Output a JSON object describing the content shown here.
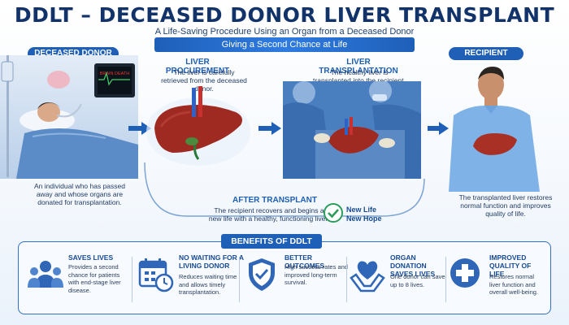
{
  "header": {
    "title": "DDLT – DECEASED DONOR LIVER TRANSPLANT",
    "subtitle": "A Life-Saving Procedure Using an Organ from a Deceased Donor",
    "ribbon": "Giving a Second Chance at Life"
  },
  "donor": {
    "label": "DECEASED DONOR",
    "monitor_text": "BRAIN DEATH",
    "description": "An individual who has passed away and whose organs are donated for transplantation."
  },
  "procurement": {
    "title": "LIVER PROCUREMENT",
    "description": "The liver is carefully retrieved from the deceased donor."
  },
  "transplantation": {
    "title": "LIVER TRANSPLANTATION",
    "description": "The healthy liver is transplanted into the recipient."
  },
  "recipient": {
    "label": "RECIPIENT",
    "description": "The transplanted liver restores normal function and improves quality of life."
  },
  "after": {
    "title": "AFTER TRANSPLANT",
    "description": "The recipient recovers and begins a new life with a healthy, functioning liver.",
    "badge_line1": "New Life",
    "badge_line2": "New Hope"
  },
  "benefits": {
    "header": "BENEFITS OF DDLT",
    "items": [
      {
        "title": "SAVES LIVES",
        "desc": "Provides a second chance for patients with end-stage liver disease.",
        "icon": "people-icon"
      },
      {
        "title": "NO WAITING FOR A LIVING DONOR",
        "desc": "Reduces waiting time and allows timely transplantation.",
        "icon": "calendar-clock-icon"
      },
      {
        "title": "BETTER OUTCOMES",
        "desc": "High success rates and improved long-term survival.",
        "icon": "shield-check-icon"
      },
      {
        "title": "ORGAN DONATION SAVES LIVES",
        "desc": "One donor can save up to 8 lives.",
        "icon": "heart-hands-icon"
      },
      {
        "title": "IMPROVED QUALITY OF LIFE",
        "desc": "Restores normal liver function and overall well-being.",
        "icon": "medical-cross-icon"
      }
    ]
  },
  "colors": {
    "accent": "#1e5fb8",
    "liver": "#9e2a22",
    "monitor_text": "#e23b2e"
  }
}
